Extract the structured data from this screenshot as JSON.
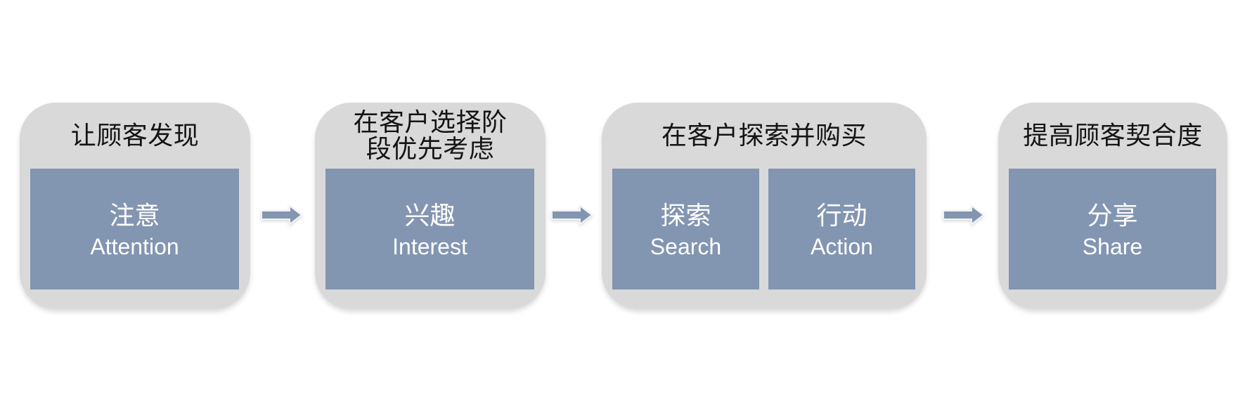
{
  "palette": {
    "background": "#ffffff",
    "container_fill": "#d9d9d9",
    "box_fill": "#8295b1",
    "box_text": "#ffffff",
    "header_text": "#141414",
    "arrow_fill": "#8295b1",
    "arrow_outline": "#f3f3f3"
  },
  "stages": [
    {
      "header_lines": [
        "让顾客发现"
      ],
      "boxes": [
        {
          "zh": "注意",
          "en": "Attention"
        }
      ]
    },
    {
      "header_lines": [
        "在客户选择阶",
        "段优先考虑"
      ],
      "boxes": [
        {
          "zh": "兴趣",
          "en": "Interest"
        }
      ]
    },
    {
      "header_lines": [
        "在客户探索并购买"
      ],
      "boxes": [
        {
          "zh": "探索",
          "en": "Search"
        },
        {
          "zh": "行动",
          "en": "Action"
        }
      ]
    },
    {
      "header_lines": [
        "提高顾客契合度"
      ],
      "boxes": [
        {
          "zh": "分享",
          "en": "Share"
        }
      ]
    }
  ],
  "arrows": {
    "count": 3,
    "direction": "right"
  }
}
